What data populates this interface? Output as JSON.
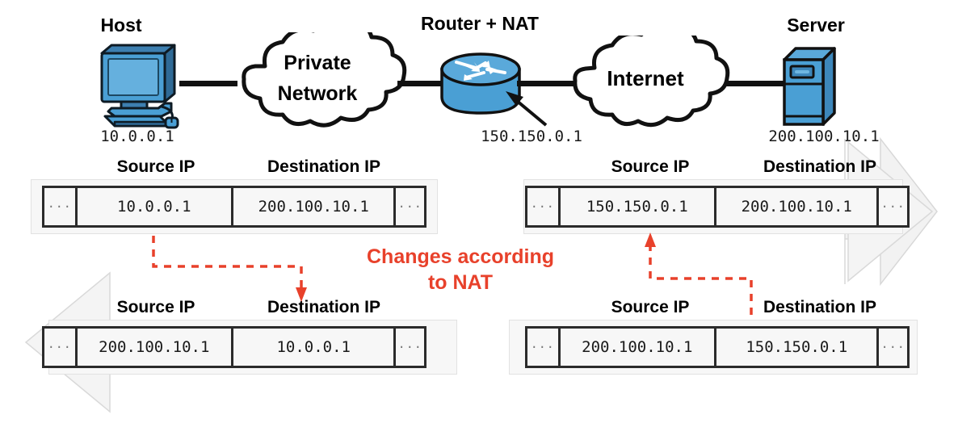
{
  "diagram": {
    "title": "NAT address translation packet header diagram",
    "accent_red": "#e8412b",
    "device_blue": "#4a9fd4",
    "nodes": [
      {
        "name": "host",
        "label": "Host",
        "ip": "10.0.0.1"
      },
      {
        "name": "router",
        "label": "Router + NAT",
        "ip": "150.150.0.1"
      },
      {
        "name": "server",
        "label": "Server",
        "ip": "200.100.10.1"
      }
    ],
    "clouds": [
      {
        "name": "private-network",
        "line1": "Private",
        "line2": "Network"
      },
      {
        "name": "internet",
        "line1": "Internet",
        "line2": ""
      }
    ],
    "field_labels": {
      "source": "Source IP",
      "destination": "Destination IP"
    },
    "ellipsis": "···",
    "packets": [
      {
        "name": "packet-host-to-router",
        "direction": "right",
        "source_ip": "10.0.0.1",
        "destination_ip": "200.100.10.1"
      },
      {
        "name": "packet-router-to-server",
        "direction": "right",
        "source_ip": "150.150.0.1",
        "destination_ip": "200.100.10.1"
      },
      {
        "name": "packet-router-to-host",
        "direction": "left",
        "source_ip": "200.100.10.1",
        "destination_ip": "10.0.0.1"
      },
      {
        "name": "packet-server-to-router",
        "direction": "left",
        "source_ip": "200.100.10.1",
        "destination_ip": "150.150.0.1"
      }
    ],
    "annotation": {
      "line1": "Changes according",
      "line2": "to NAT"
    }
  }
}
